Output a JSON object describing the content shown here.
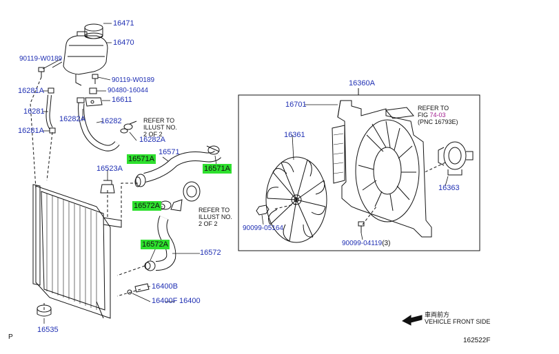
{
  "diagram": {
    "parts": {
      "p16471": "16471",
      "p16470": "16470",
      "p90119_w0189_left": "90119-W0189",
      "p90119_w0189_right": "90119-W0189",
      "p16281A_top": "16281A",
      "p90480_16044": "90480-16044",
      "p16611": "16611",
      "p16281": "16281",
      "p16282A_left": "16282A",
      "p16282": "16282",
      "p16282A_right": "16282A",
      "p16281A_bottom": "16281A",
      "p16571": "16571",
      "p16571A_left": "16571A",
      "p16571A_right": "16571A",
      "p16523A": "16523A",
      "p16572A_top": "16572A",
      "p16572A_bottom": "16572A",
      "p16572": "16572",
      "p16400B": "16400B",
      "p16400F": "16400F",
      "p16400": "16400",
      "p16535": "16535",
      "p16360A": "16360A",
      "p16701": "16701",
      "p16361": "16361",
      "p16363": "16363",
      "p90099_05164": "90099-05164",
      "p90099_04119": "90099-04119",
      "p90099_04119_qty": "(3)"
    },
    "notes": {
      "refer_illust_top": [
        "REFER TO",
        "ILLUST NO.",
        "2  OF  2"
      ],
      "refer_illust_mid": [
        "REFER TO",
        "ILLUST NO.",
        "2  OF  2"
      ],
      "refer_fig_prefix": "REFER TO",
      "refer_fig_line2_a": "FIG ",
      "refer_fig_line2_b": "74-03",
      "refer_fig_line3": "(PNC 16793E)"
    },
    "front": {
      "jp": "車両前方",
      "en": "VEHICLE FRONT SIDE"
    },
    "corner_left": "P",
    "illustration_id": "162522F"
  },
  "colors": {
    "label_blue": "#1f2fb3",
    "highlight_green": "#2ee02e",
    "line": "#111111",
    "ref_magenta": "#a01a8c"
  }
}
